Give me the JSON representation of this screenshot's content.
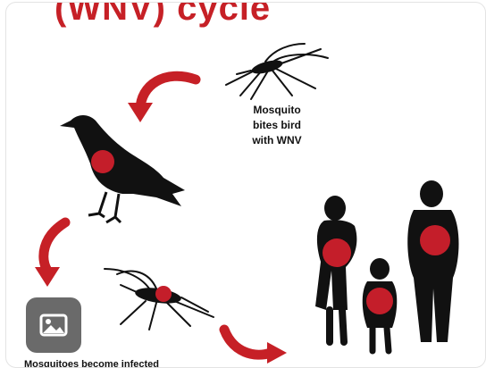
{
  "title": "(WNV) cycle",
  "labels": {
    "mosquito_bites": "Mosquito bites bird with WNV",
    "mosquitoes_infected": "Mosquitoes become infected"
  },
  "colors": {
    "accent_red": "#c62026",
    "silhouette": "#111111",
    "virus": "#c41e2a"
  },
  "icons": {
    "media": "image-icon"
  }
}
